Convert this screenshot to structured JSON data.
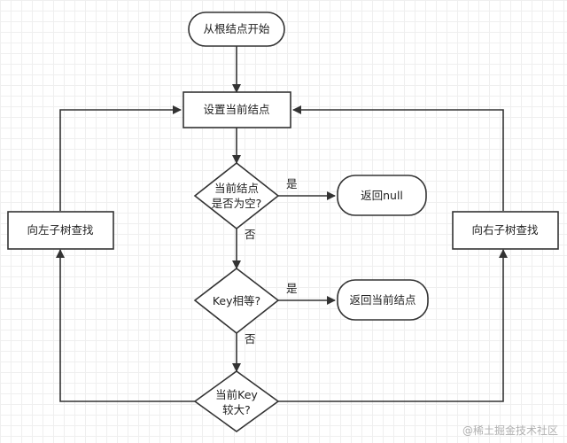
{
  "nodes": {
    "start": "从根结点开始",
    "set_current": "设置当前结点",
    "is_empty_line1": "当前结点",
    "is_empty_line2": "是否为空?",
    "return_null": "返回null",
    "key_equal": "Key相等?",
    "return_current": "返回当前结点",
    "key_greater_line1": "当前Key",
    "key_greater_line2": "较大?",
    "search_left": "向左子树查找",
    "search_right": "向右子树查找"
  },
  "edges": {
    "yes_1": "是",
    "no_1": "否",
    "yes_2": "是",
    "no_2": "否"
  },
  "watermark": "@稀土掘金技术社区"
}
